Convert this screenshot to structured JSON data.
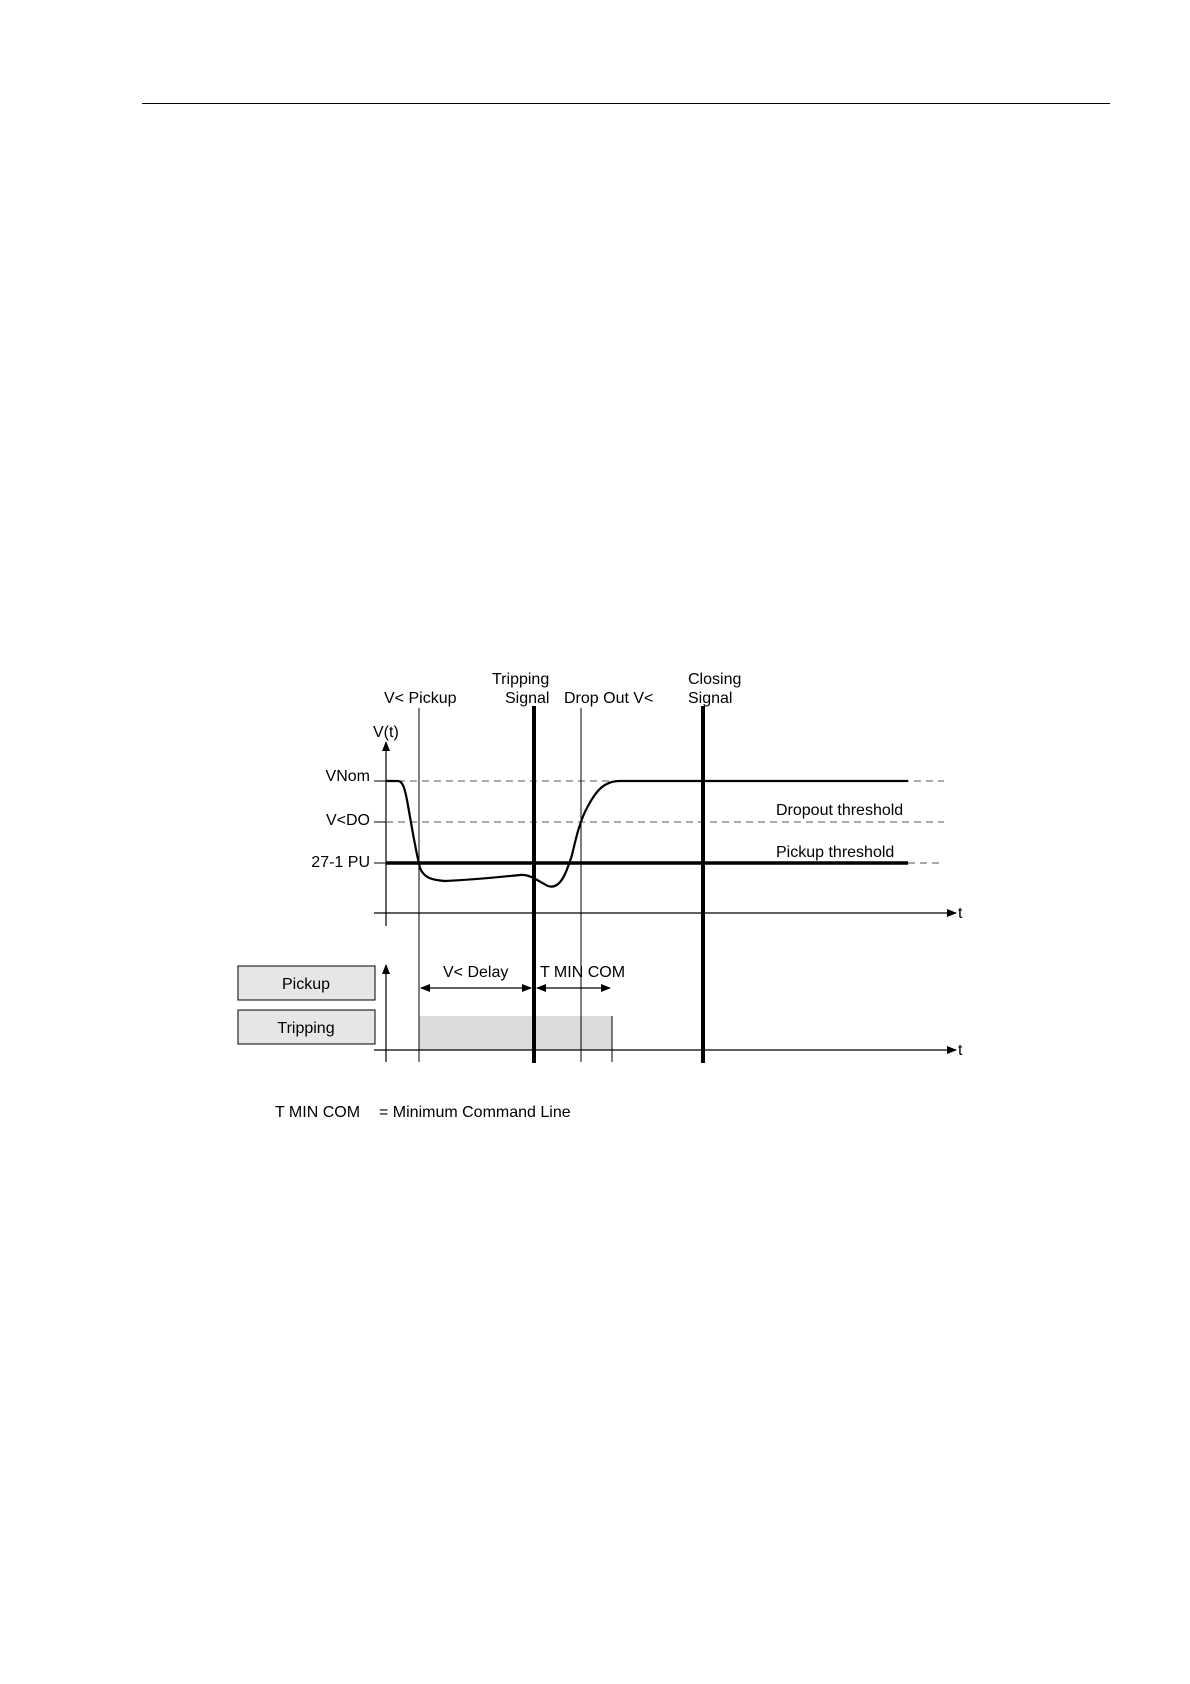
{
  "diagram": {
    "labels": {
      "v_pickup": "V< Pickup",
      "tripping_signal_line1": "Tripping",
      "tripping_signal_line2": "Signal",
      "drop_out": "Drop Out V<",
      "closing_signal_line1": "Closing",
      "closing_signal_line2": "Signal",
      "v_axis": "V(t)",
      "vnom": "VNom",
      "vdo": "V<DO",
      "pu_27_1": "27-1 PU",
      "dropout_threshold": "Dropout threshold",
      "pickup_threshold": "Pickup threshold",
      "t_axis_top": "t",
      "t_axis_bottom": "t",
      "v_delay": "V< Delay",
      "t_min_com": "T MIN COM",
      "pickup_box": "Pickup",
      "tripping_box": "Tripping"
    },
    "legend": {
      "term": "T MIN COM",
      "definition": "=  Minimum Command Line"
    },
    "colors": {
      "line": "#000000",
      "dashed": "#555555",
      "box_fill": "#e6e6e6",
      "shade_fill": "#dcdcdc"
    }
  }
}
